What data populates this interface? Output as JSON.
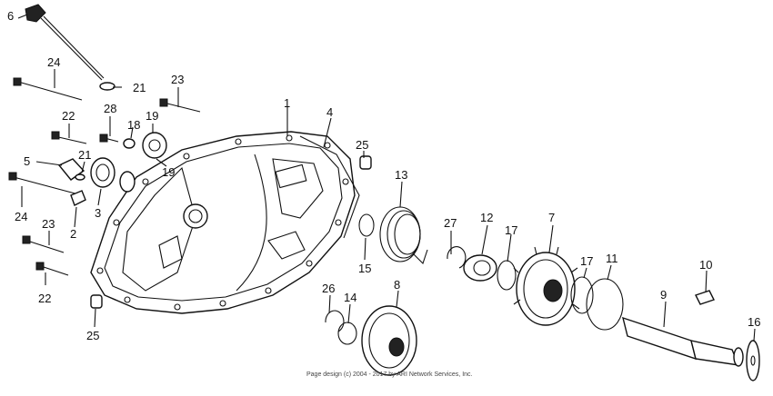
{
  "diagram": {
    "copyright": "Page design (c) 2004 - 2017 by ARI Network Services, Inc.",
    "labels": [
      "6",
      "24",
      "21",
      "23",
      "22",
      "28",
      "18",
      "19",
      "1",
      "4",
      "5",
      "21",
      "25",
      "13",
      "24",
      "3",
      "19",
      "2",
      "23",
      "15",
      "27",
      "12",
      "17",
      "7",
      "10",
      "22",
      "25",
      "26",
      "14",
      "8",
      "17",
      "11",
      "9",
      "16"
    ]
  }
}
